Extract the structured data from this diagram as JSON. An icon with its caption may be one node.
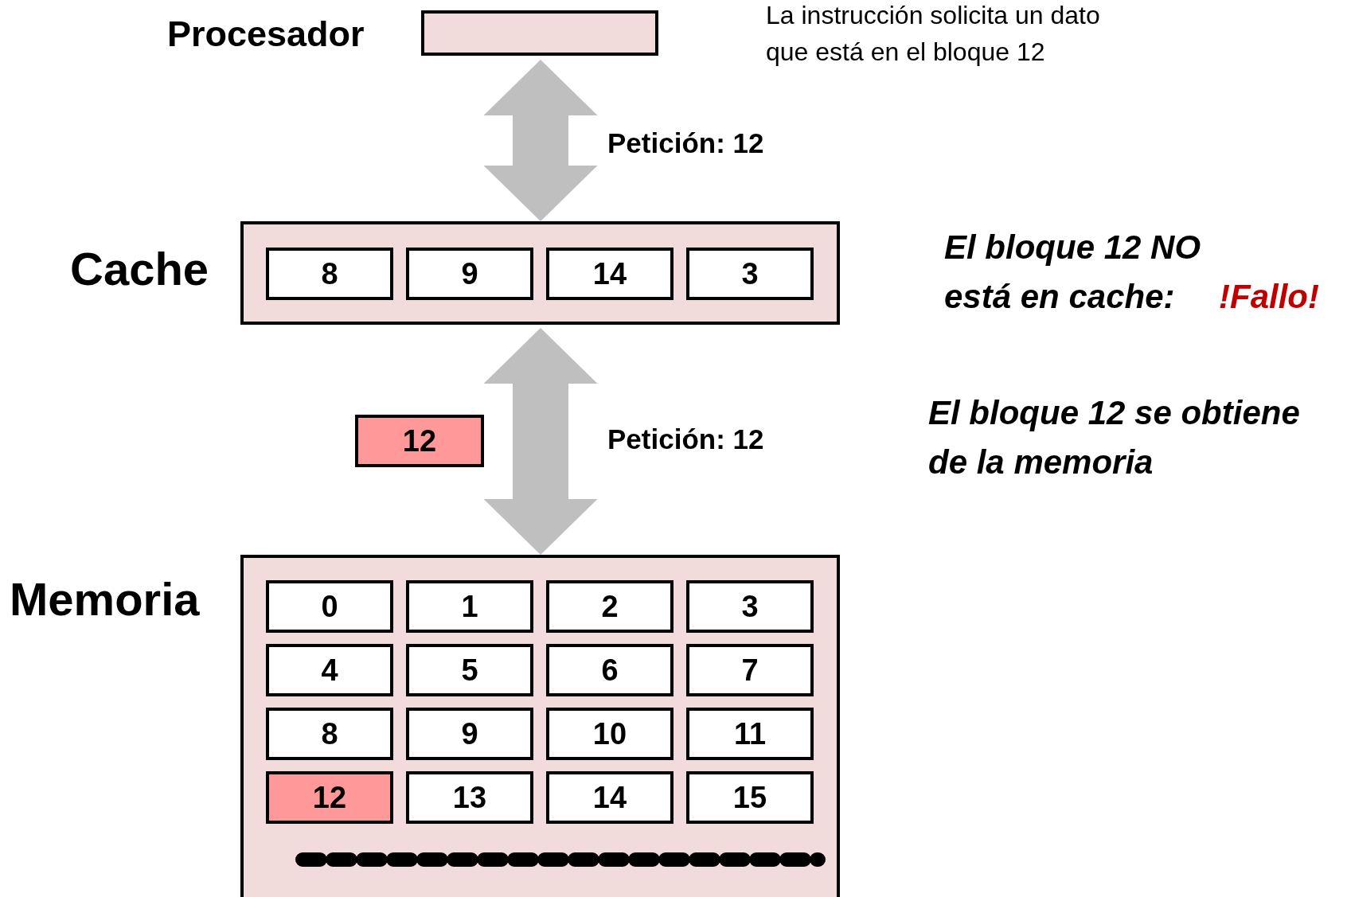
{
  "diagram": {
    "nodes": [
      {
        "text": [
          "Procesador"
        ]
      },
      {
        "text": [
          "Cache"
        ]
      },
      {
        "text": [
          "8"
        ],
        "in": 1
      },
      {
        "text": [
          "9"
        ],
        "in": 1
      },
      {
        "text": [
          "14"
        ],
        "in": 1
      },
      {
        "text": [
          "3"
        ],
        "in": 1
      },
      {
        "text": [
          "12"
        ]
      },
      {
        "text": [
          "Memoria"
        ]
      },
      {
        "text": [
          "0"
        ],
        "in": 7
      },
      {
        "text": [
          "1"
        ],
        "in": 7
      },
      {
        "text": [
          "2"
        ],
        "in": 7
      },
      {
        "text": [
          "3"
        ],
        "in": 7
      },
      {
        "text": [
          "4"
        ],
        "in": 7
      },
      {
        "text": [
          "5"
        ],
        "in": 7
      },
      {
        "text": [
          "6"
        ],
        "in": 7
      },
      {
        "text": [
          "7"
        ],
        "in": 7
      },
      {
        "text": [
          "8"
        ],
        "in": 7
      },
      {
        "text": [
          "9"
        ],
        "in": 7
      },
      {
        "text": [
          "10"
        ],
        "in": 7
      },
      {
        "text": [
          "11"
        ],
        "in": 7
      },
      {
        "text": [
          "12"
        ],
        "in": 7
      },
      {
        "text": [
          "13"
        ],
        "in": 7
      },
      {
        "text": [
          "14"
        ],
        "in": 7
      },
      {
        "text": [
          "15"
        ],
        "in": 7
      }
    ],
    "edges": [
      {
        "from": 0,
        "to": 1,
        "arrow": "both",
        "label": "Petición: 12",
        "style": "thick"
      },
      {
        "from": 1,
        "to": 7,
        "arrow": "both",
        "label": "Petición: 12",
        "style": "thick"
      }
    ],
    "labels": [
      "La instrucción solicita un dato que está en el bloque 12",
      "El bloque 12 NO está en cache:",
      "!Fallo!",
      "El bloque 12 se obtiene de la memoria"
    ]
  }
}
